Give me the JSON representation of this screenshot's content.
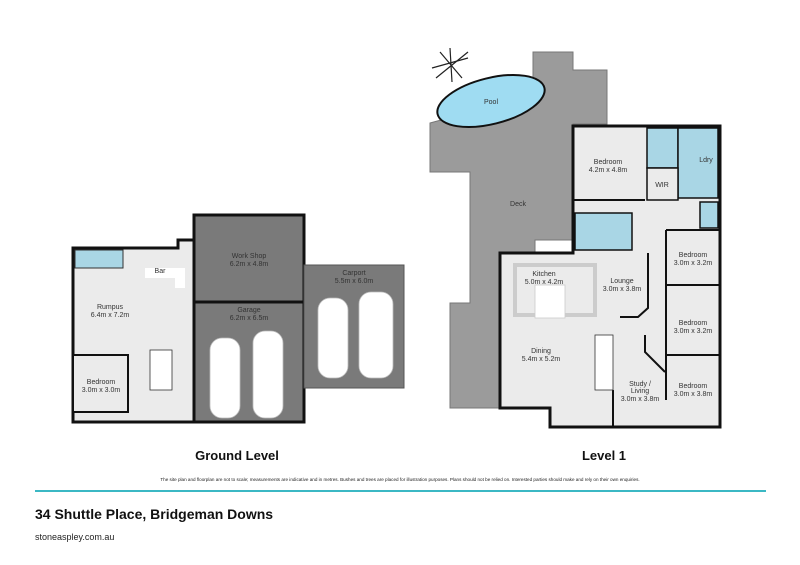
{
  "colors": {
    "wall": "#111111",
    "floor": "#ebebeb",
    "exterior": "#9b9b9b",
    "garage": "#7a7a7a",
    "wet_area": "#a9d6e5",
    "pool": "#9fdcf2",
    "accent_rule": "#3bb8c4"
  },
  "ground_level": {
    "title": "Ground Level",
    "rooms": [
      {
        "name": "Work Shop",
        "size": "6.2m x 4.8m"
      },
      {
        "name": "Carport",
        "size": "5.5m x 6.0m"
      },
      {
        "name": "Garage",
        "size": "6.2m x 6.5m"
      },
      {
        "name": "Rumpus",
        "size": "6.4m x 7.2m"
      },
      {
        "name": "Bedroom",
        "size": "3.0m x 3.0m"
      },
      {
        "name": "Bar",
        "size": ""
      }
    ]
  },
  "level_1": {
    "title": "Level 1",
    "rooms": [
      {
        "name": "Pool",
        "size": ""
      },
      {
        "name": "Deck",
        "size": ""
      },
      {
        "name": "Bedroom",
        "size": "4.2m x 4.8m"
      },
      {
        "name": "WIR",
        "size": ""
      },
      {
        "name": "Ldry",
        "size": ""
      },
      {
        "name": "Kitchen",
        "size": "5.0m x 4.2m"
      },
      {
        "name": "Lounge",
        "size": "3.0m x 3.8m"
      },
      {
        "name": "Bedroom",
        "size": "3.0m x 3.2m"
      },
      {
        "name": "Bedroom",
        "size": "3.0m x 3.2m"
      },
      {
        "name": "Dining",
        "size": "5.4m x 5.2m"
      },
      {
        "name": "Study /",
        "size": "Living"
      },
      {
        "name": "3.0m x 3.8m",
        "size": ""
      },
      {
        "name": "Bedroom",
        "size": "3.0m x 3.8m"
      }
    ]
  },
  "footer": {
    "disclaimer": "The site plan and floorplan are not to scale; measurements are indicative and in metres. Bushes and trees are placed for illustration purposes. Plans should not be relied on. Interested parties should make and rely on their own enquiries.",
    "address": "34 Shuttle Place, Bridgeman Downs",
    "website": "stoneaspley.com.au"
  }
}
